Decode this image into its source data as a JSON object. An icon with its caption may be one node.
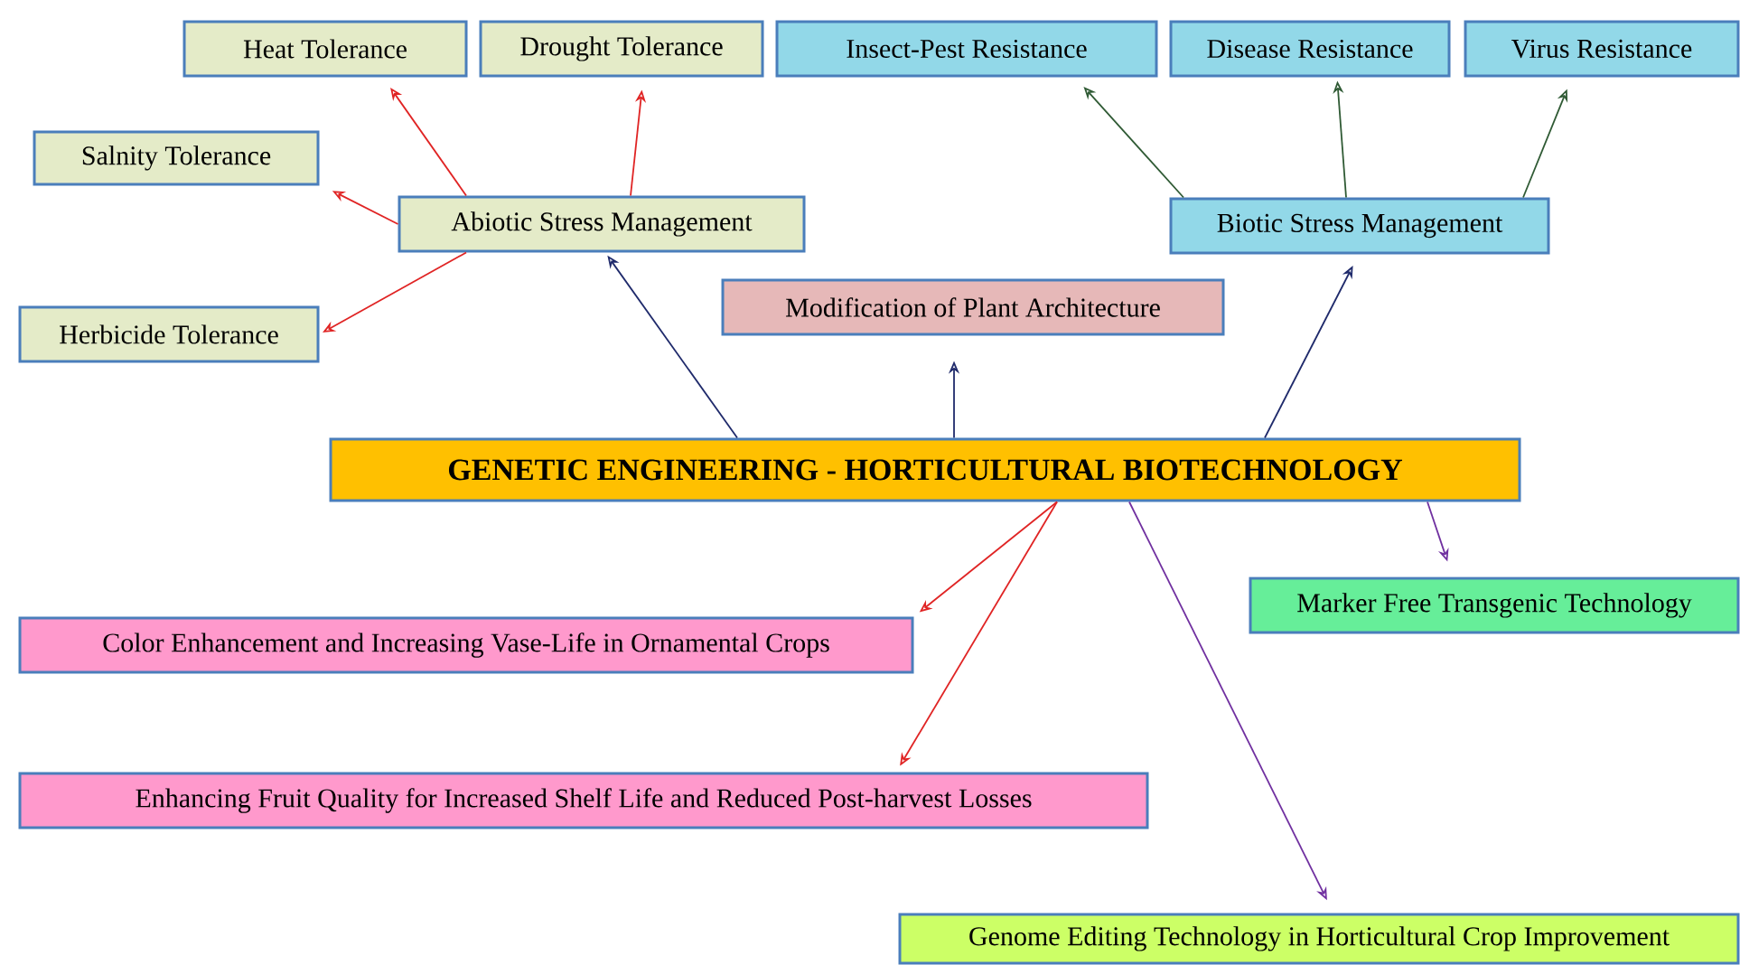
{
  "diagram": {
    "nodes": [
      {
        "text": [
          "Heat Tolerance"
        ]
      },
      {
        "text": [
          "Drought Tolerance"
        ]
      },
      {
        "text": [
          "Insect-Pest Resistance"
        ]
      },
      {
        "text": [
          "Disease Resistance"
        ]
      },
      {
        "text": [
          "Virus Resistance"
        ]
      },
      {
        "text": [
          "Salnity Tolerance"
        ]
      },
      {
        "text": [
          "Abiotic Stress Management"
        ]
      },
      {
        "text": [
          "Biotic Stress Management"
        ]
      },
      {
        "text": [
          "Herbicide Tolerance"
        ]
      },
      {
        "text": [
          "Modification of  Plant Architecture"
        ]
      },
      {
        "text": [
          "GENETIC ENGINEERING - HORTICULTURAL BIOTECHNOLOGY"
        ]
      },
      {
        "text": [
          "Marker Free Transgenic Technology"
        ]
      },
      {
        "text": [
          "Color Enhancement and Increasing Vase-Life in Ornamental Crops"
        ]
      },
      {
        "text": [
          "Enhancing Fruit Quality for Increased Shelf  Life and Reduced Post-harvest Losses"
        ]
      },
      {
        "text": [
          "Genome Editing Technology in Horticultural Crop Improvement"
        ]
      }
    ],
    "edges": [
      {
        "from": 6,
        "to": 0,
        "arrow": "to",
        "color": "#e02424"
      },
      {
        "from": 6,
        "to": 1,
        "arrow": "to",
        "color": "#e02424"
      },
      {
        "from": 6,
        "to": 5,
        "arrow": "to",
        "color": "#e02424"
      },
      {
        "from": 6,
        "to": 8,
        "arrow": "to",
        "color": "#e02424"
      },
      {
        "from": 7,
        "to": 2,
        "arrow": "to",
        "color": "#2f5a34"
      },
      {
        "from": 7,
        "to": 3,
        "arrow": "to",
        "color": "#2f5a34"
      },
      {
        "from": 7,
        "to": 4,
        "arrow": "to",
        "color": "#2f5a34"
      },
      {
        "from": 10,
        "to": 6,
        "arrow": "to",
        "color": "#1f2a6b"
      },
      {
        "from": 10,
        "to": 9,
        "arrow": "to",
        "color": "#1f2a6b"
      },
      {
        "from": 10,
        "to": 7,
        "arrow": "to",
        "color": "#1f2a6b"
      },
      {
        "from": 10,
        "to": 11,
        "arrow": "to",
        "color": "#7030a0"
      },
      {
        "from": 10,
        "to": 12,
        "arrow": "to",
        "color": "#e02424"
      },
      {
        "from": 10,
        "to": 13,
        "arrow": "to",
        "color": "#e02424"
      },
      {
        "from": 10,
        "to": 14,
        "arrow": "to",
        "color": "#7030a0"
      }
    ]
  }
}
